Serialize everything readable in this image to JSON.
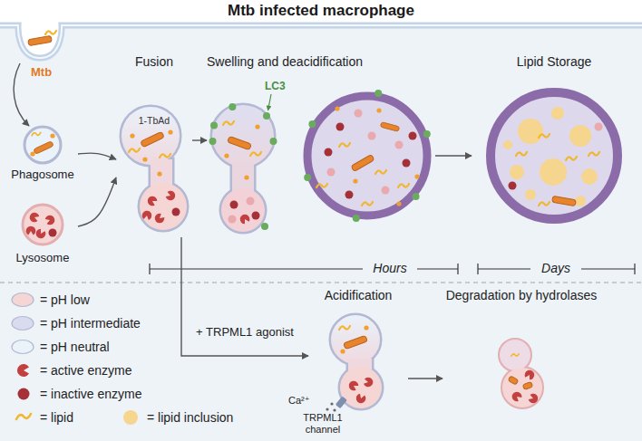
{
  "diagram": {
    "title": "Mtb infected macrophage",
    "nodes": [
      {
        "text": [
          "Phagosome"
        ]
      },
      {
        "text": [
          "Lysosome"
        ]
      },
      {
        "text": [
          "Fusion"
        ]
      },
      {
        "text": [
          "Swelling and deacidification"
        ]
      },
      {
        "text": [
          "Lipid Storage"
        ]
      },
      {
        "text": [
          "Acidification"
        ]
      },
      {
        "text": [
          "Degradation by hydrolases"
        ]
      }
    ],
    "edges": [
      {
        "from": 0,
        "to": 2,
        "arrow": "to"
      },
      {
        "from": 1,
        "to": 2,
        "arrow": "to"
      },
      {
        "from": 2,
        "to": 3,
        "arrow": "to"
      },
      {
        "from": 3,
        "to": 4,
        "arrow": "to"
      },
      {
        "from": 2,
        "to": 5,
        "label": "+ TRPML1 agonist",
        "arrow": "to"
      },
      {
        "from": 5,
        "to": 6,
        "arrow": "to"
      }
    ],
    "labels": [
      "Mtb",
      "1-TbAd",
      "LC3",
      "Hours",
      "Days",
      "Ca²⁺",
      "TRPML1 channel"
    ],
    "legend": [
      {
        "text": "= pH low",
        "color": "#f6d6d5"
      },
      {
        "text": "= pH intermediate",
        "color": "#d9dbee"
      },
      {
        "text": "= pH neutral",
        "color": "#eaf2fa"
      },
      {
        "text": "= active enzyme",
        "color": "#c2403f"
      },
      {
        "text": "= inactive enzyme",
        "color": "#a53038"
      },
      {
        "text": "= lipid",
        "color": "#f2b731"
      },
      {
        "text": "= lipid inclusion",
        "color": "#f6d58f"
      }
    ]
  }
}
